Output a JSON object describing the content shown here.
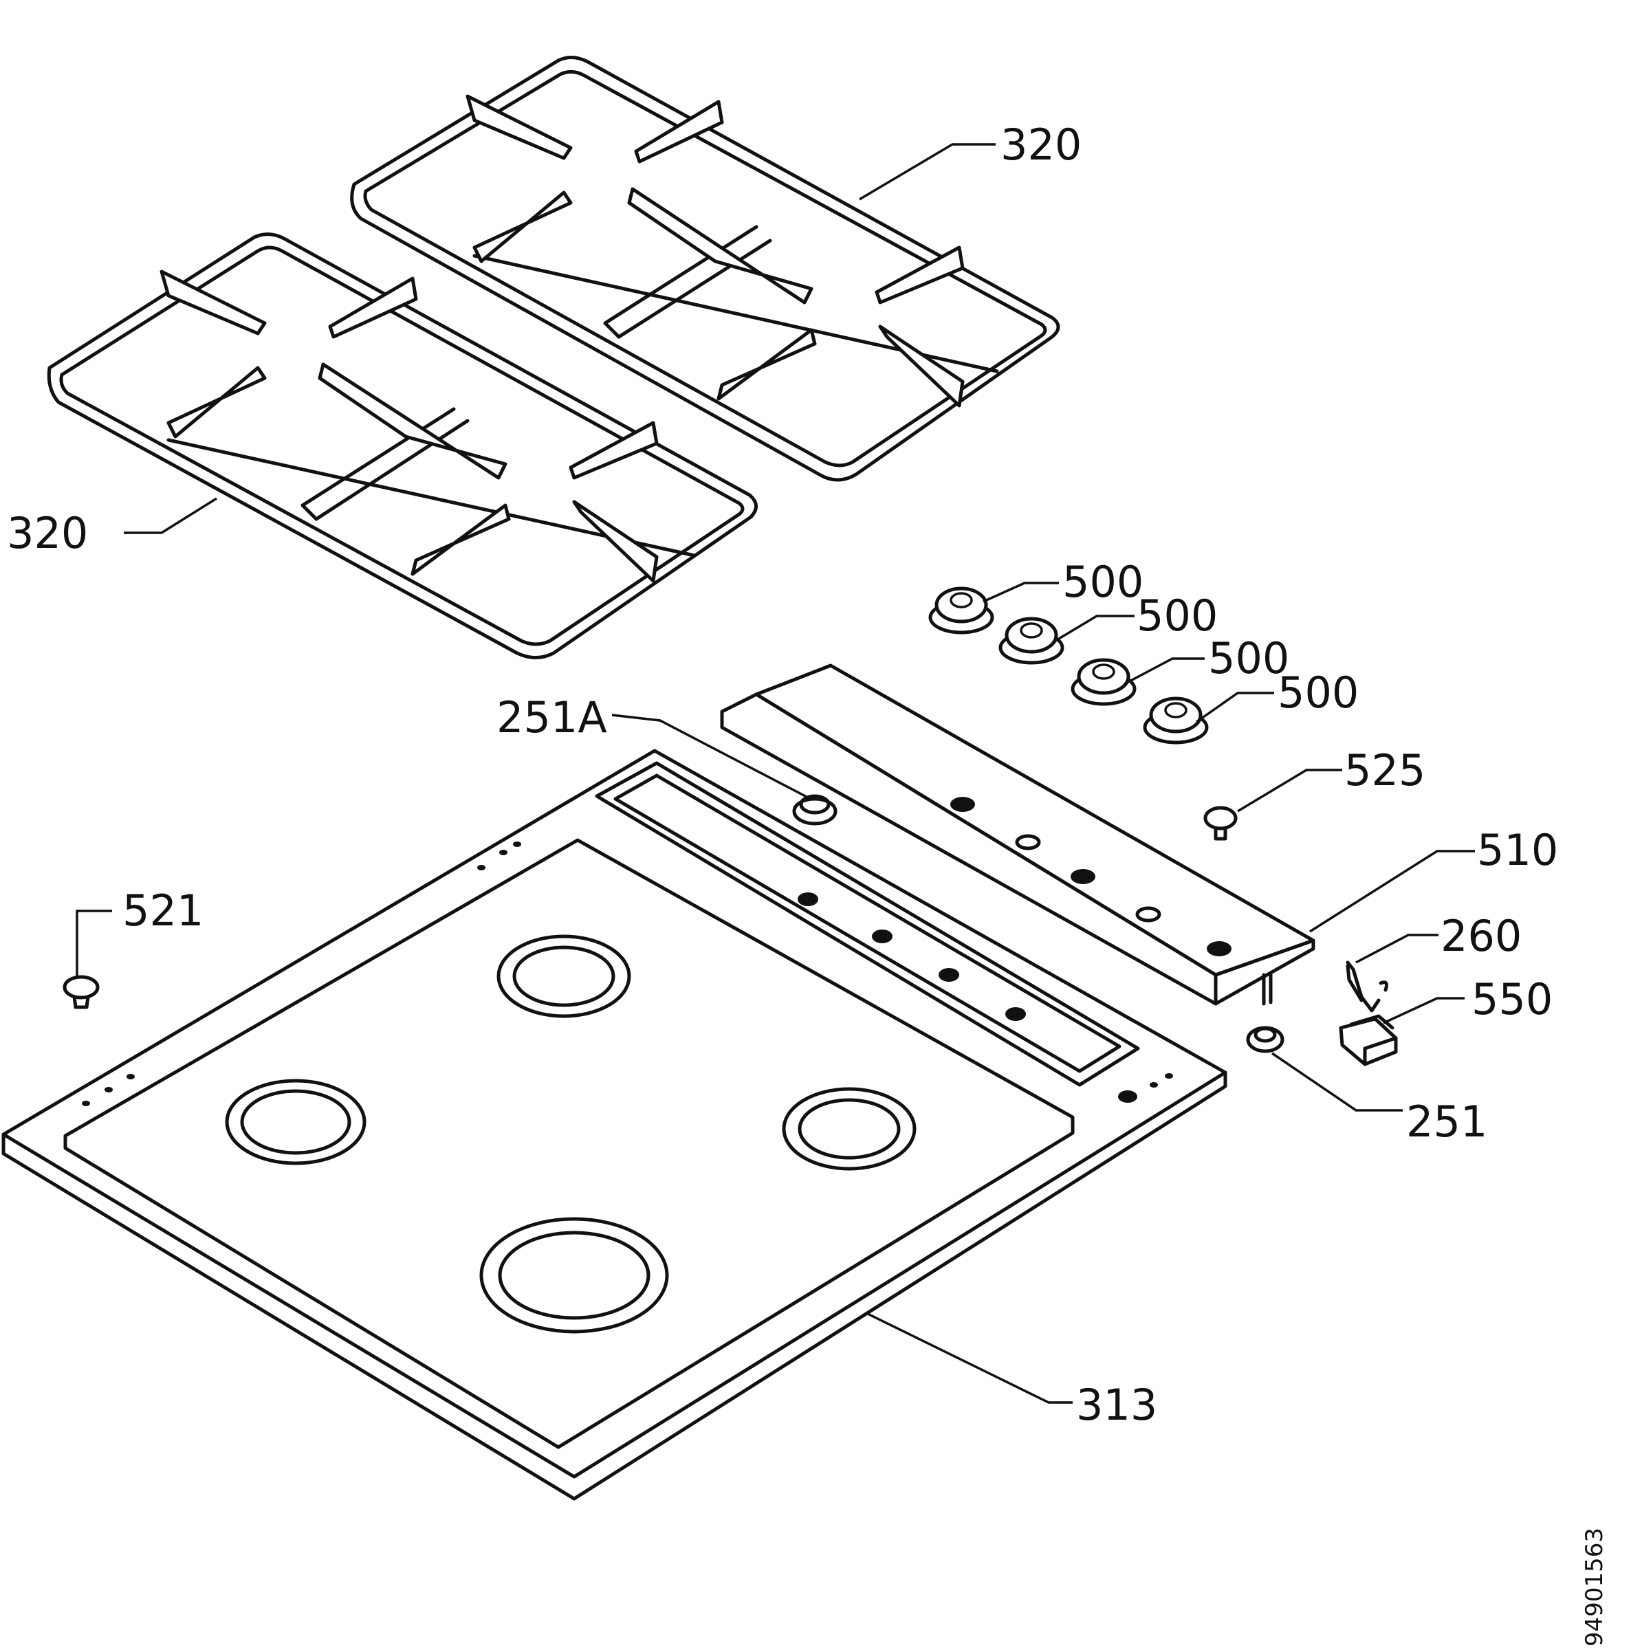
{
  "labels": {
    "grid_right": "320",
    "grid_left": "320",
    "knob_1": "500",
    "knob_2": "500",
    "knob_3": "500",
    "knob_4": "500",
    "cap_center": "251A",
    "button": "525",
    "panel": "510",
    "foot": "521",
    "clip": "260",
    "switch": "550",
    "cap_small": "251",
    "hob_top": "313"
  },
  "drawing_code": "94901563",
  "icons": [
    "grid-icon",
    "knob-icon",
    "hob-icon",
    "control-panel-icon",
    "switch-icon"
  ]
}
